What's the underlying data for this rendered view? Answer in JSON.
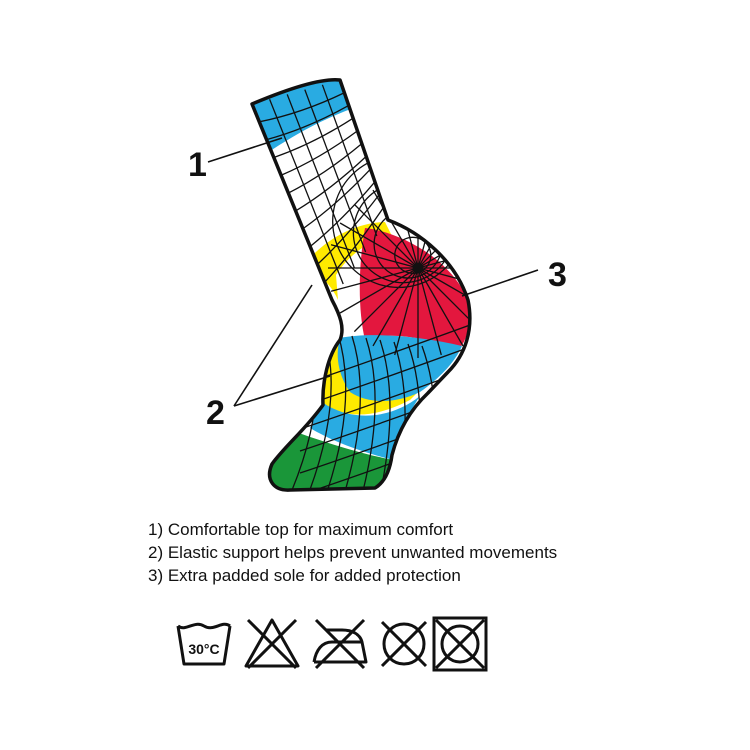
{
  "callouts": {
    "top": "1",
    "support": "2",
    "sole": "3"
  },
  "features": [
    "1) Comfortable top for maximum comfort",
    "2) Elastic support helps prevent unwanted movements",
    "3) Extra padded sole for added protection"
  ],
  "care": {
    "wash_temperature": "30°C",
    "icons": [
      "wash-30-icon",
      "no-bleach-icon",
      "no-iron-icon",
      "no-dry-clean-icon",
      "no-tumble-dry-icon"
    ]
  },
  "colors": {
    "cuff": "#29ABE2",
    "leg": "#FFFFFF",
    "ankle_support": "#FFEA00",
    "heel": "#E3173E",
    "sole": "#29ABE2",
    "toe": "#1A9639",
    "outline": "#111111"
  }
}
